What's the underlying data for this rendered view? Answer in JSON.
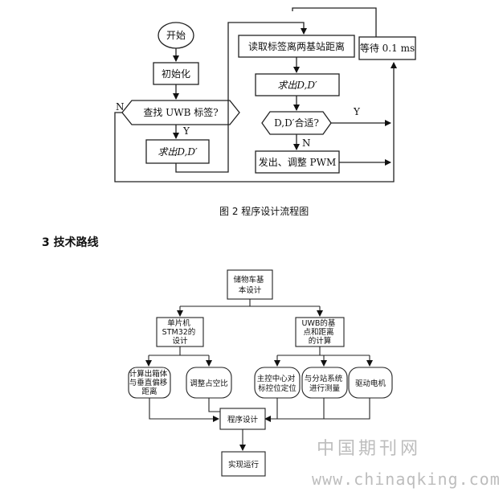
{
  "figure1": {
    "start": "开始",
    "init": "初始化",
    "find_tag": "查找 UWB 标签?",
    "find_yes": "Y",
    "find_no": "N",
    "compute_left": "求出D,D′",
    "read_dist": "读取标签离两基站距离",
    "compute_right": "求出D,D′",
    "suitable": "D,D′合适?",
    "suitable_yes": "Y",
    "suitable_no": "N",
    "output_pwm": "发出、调整 PWM",
    "wait": "等待 0.1 ms"
  },
  "caption": "图 2 程序设计流程图",
  "section_heading": "3 技术路线",
  "figure2": {
    "root": [
      "储物车基",
      "本设计"
    ],
    "mcu": [
      "单片机",
      "STM32的",
      "设计"
    ],
    "uwb": [
      "UWB的基",
      "点和距离",
      "的计算"
    ],
    "calc_box": [
      "计算出箱体",
      "与垂直偏移",
      "距离"
    ],
    "adjust_duty": [
      "调整占空比"
    ],
    "center_pos": [
      "主控中心对",
      "标控位定位"
    ],
    "substation": [
      "与分站系统",
      "进行测量"
    ],
    "drive_motor": [
      "驱动电机"
    ],
    "program": "程序设计",
    "realize": "实现运行"
  },
  "watermark": {
    "cn": "中国期刊网",
    "url": "www.chinaqking.com"
  }
}
